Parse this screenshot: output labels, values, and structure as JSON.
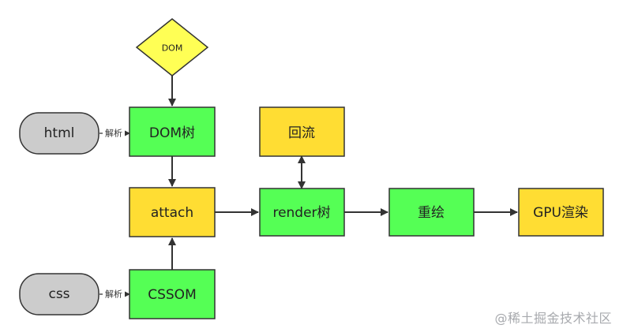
{
  "nodes": {
    "dom_input": {
      "label": "DOM",
      "shape": "diamond",
      "fill": "#ffff55"
    },
    "html": {
      "label": "html",
      "shape": "rounded",
      "fill": "#cccccc"
    },
    "css": {
      "label": "css",
      "shape": "rounded",
      "fill": "#cccccc"
    },
    "dom_tree": {
      "label": "DOM树",
      "shape": "rect",
      "fill": "#55ff55"
    },
    "attach": {
      "label": "attach",
      "shape": "rect",
      "fill": "#ffdd33"
    },
    "cssom": {
      "label": "CSSOM",
      "shape": "rect",
      "fill": "#55ff55"
    },
    "render_tree": {
      "label": "render树",
      "shape": "rect",
      "fill": "#55ff55"
    },
    "reflow": {
      "label": "回流",
      "shape": "rect",
      "fill": "#ffdd33"
    },
    "repaint": {
      "label": "重绘",
      "shape": "rect",
      "fill": "#55ff55"
    },
    "gpu": {
      "label": "GPU渲染",
      "shape": "rect",
      "fill": "#ffdd33"
    }
  },
  "edges": {
    "html_to_dom": {
      "label": "解析"
    },
    "css_to_cssom": {
      "label": "解析"
    }
  },
  "watermark": "@稀土掘金技术社区",
  "colors": {
    "stroke": "#333333",
    "arrow": "#333333"
  }
}
